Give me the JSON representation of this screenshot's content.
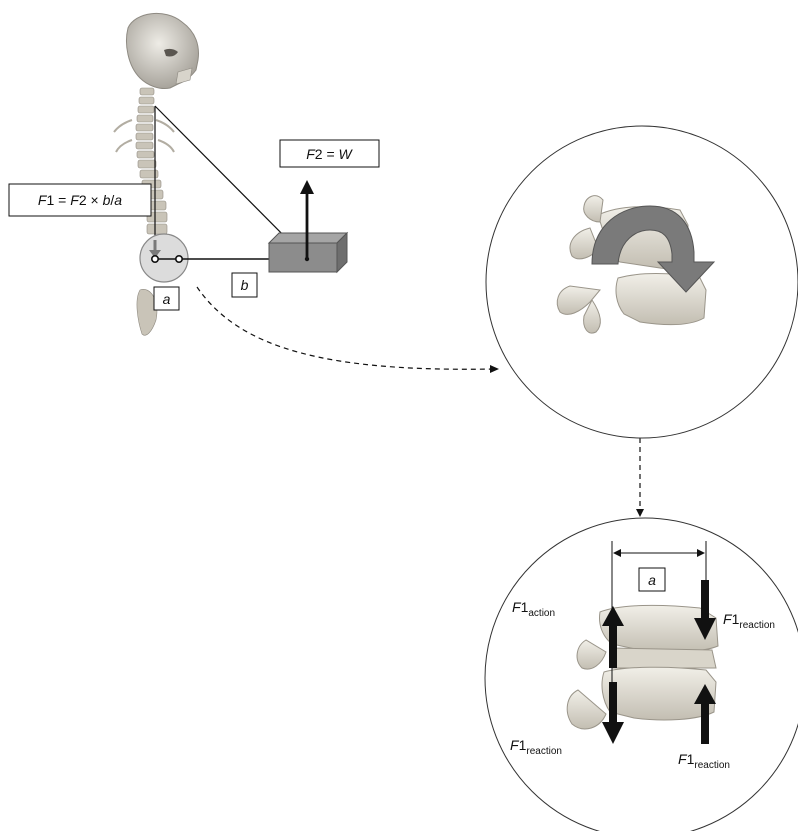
{
  "labels": {
    "f1_formula": {
      "var": "F",
      "num": "1",
      "rest": " = ",
      "var2": "F",
      "num2": "2",
      "times": " × ",
      "b": "b",
      "slash": "/",
      "a": "a"
    },
    "f2_formula": {
      "var": "F",
      "num": "2",
      "eq": " = ",
      "w": "W"
    },
    "lever_a": "a",
    "lever_b": "b",
    "detail_a": "a",
    "f1_action": {
      "base": "F",
      "num": "1",
      "sub": "action"
    },
    "f1_reaction_top_right": {
      "base": "F",
      "num": "1",
      "sub": "reaction"
    },
    "f1_reaction_bottom_left": {
      "base": "F",
      "num": "1",
      "sub": "reaction"
    },
    "f1_reaction_bottom_right": {
      "base": "F",
      "num": "1",
      "sub": "reaction"
    }
  },
  "colors": {
    "fulcrum_fill": "#dcdcdc",
    "box_fill": "#8c8c8c",
    "rotation_arrow": "#7a7a7a",
    "bone": "#e6e2d8",
    "bone_shadow": "#b9b4a8",
    "force_arrow": "#111111"
  }
}
